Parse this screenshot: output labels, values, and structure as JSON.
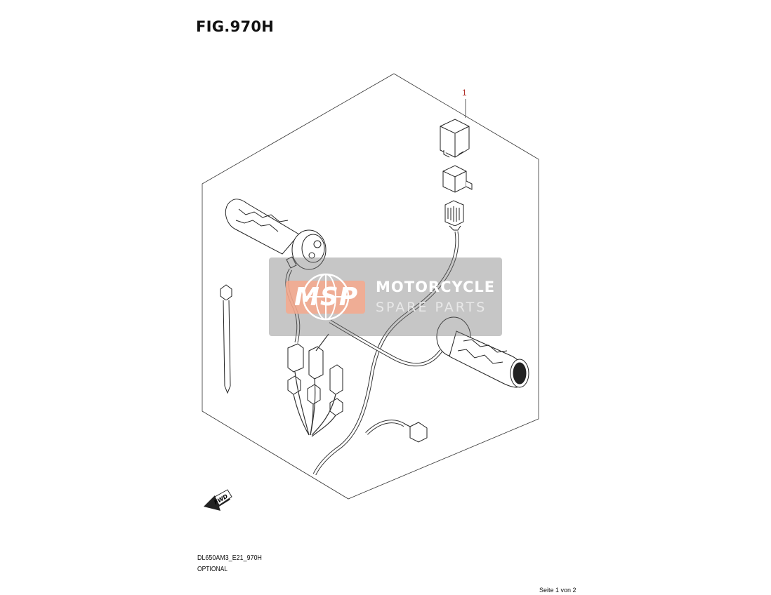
{
  "figure": {
    "title": "FIG.970H"
  },
  "callouts": [
    {
      "number": "1"
    }
  ],
  "footer": {
    "model_code": "DL650AM3_E21_970H",
    "caption": "OPTIONAL",
    "page": "Seite 1 von 2"
  },
  "fwd_arrow": {
    "label": "FWD"
  },
  "watermark": {
    "logo": "MSP",
    "line1": "MOTORCYCLE",
    "line2": "SPARE PARTS"
  }
}
